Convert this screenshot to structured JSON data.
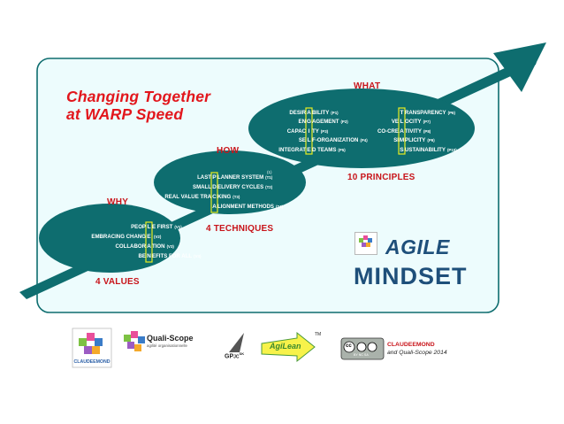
{
  "title": {
    "line1": "Changing Together",
    "line2": "at WARP Speed"
  },
  "why": {
    "label": "WHY",
    "count_label": "4 VALUES",
    "rows": [
      {
        "pre": "PEOP",
        "letter": "L",
        "post": "E FIRST",
        "tag": "(V1)"
      },
      {
        "pre": "EMBRACING CHANG",
        "letter": "E",
        "post": "",
        "tag": "(V2)"
      },
      {
        "pre": "COLLABOR",
        "letter": "A",
        "post": "TION",
        "tag": "(V3)"
      },
      {
        "pre": "BE",
        "letter": "N",
        "post": "EFITS FOR ALL",
        "tag": "(V4)"
      }
    ]
  },
  "how": {
    "label": "HOW",
    "count_label": "4 TECHNIQUES",
    "sup": "(1)",
    "rows": [
      {
        "pre": "LAST ",
        "letter": "P",
        "post": "LANNER SYSTEM",
        "tag": "(T1)"
      },
      {
        "pre": "SMALL ",
        "letter": "D",
        "post": "ELIVERY CYCLES",
        "tag": "(T2)"
      },
      {
        "pre": "REAL VALUE TRA",
        "letter": "C",
        "post": "KING",
        "tag": "(T3)"
      },
      {
        "pre": "",
        "letter": "A",
        "post": "LIGNMENT METHODS",
        "tag": "(T4)"
      }
    ]
  },
  "what": {
    "label": "WHAT",
    "count_label": "10 PRINCIPLES",
    "left_rows": [
      {
        "pre": "DESIR",
        "letter": "A",
        "post": "BILITY",
        "tag": "(P1)"
      },
      {
        "pre": "EN",
        "letter": "G",
        "post": "AGEMENT",
        "tag": "(P2)"
      },
      {
        "pre": "CAPAC",
        "letter": "I",
        "post": "TY",
        "tag": "(P3)"
      },
      {
        "pre": "SE",
        "letter": "L",
        "post": "F-ORGANIZATION",
        "tag": "(P4)"
      },
      {
        "pre": "INTEGRAT",
        "letter": "E",
        "post": "D TEAMS",
        "tag": "(P5)"
      }
    ],
    "right_rows": [
      {
        "pre": "",
        "letter": "T",
        "post": "RANSPARENCY",
        "tag": "(P6)"
      },
      {
        "pre": "VE",
        "letter": "L",
        "post": "OCITY",
        "tag": "(P7)"
      },
      {
        "pre": "CO-CRE",
        "letter": "A",
        "post": "TIVITY",
        "tag": "(P8)"
      },
      {
        "pre": "SI",
        "letter": "M",
        "post": "PLICITY",
        "tag": "(P9)"
      },
      {
        "pre": "",
        "letter": "S",
        "post": "USTAINABILITY",
        "tag": "(P10)"
      }
    ]
  },
  "badge": {
    "line1": "AGILE",
    "line2": "MINDSET"
  },
  "footer": {
    "logo1_caption": "CLAUDEEMOND",
    "logo2_name": "Quali-Scope",
    "logo2_sub": "agilité organisationnelle",
    "logo3_text": "GP",
    "logo3_sub": "JC",
    "logo3_sup": "SK",
    "agilean": "AgiLean",
    "tm": "TM",
    "badge_cc": "cc",
    "cc_caption": "BY  NC  SA",
    "license_line1": "CLAUDEEMOND",
    "license_line2": "and Quali-Scope 2014",
    "colors": {
      "teal": "#0e6d6f",
      "panel": "#edfcfd",
      "highlight": "#e9ee20",
      "red": "#e2161c",
      "navy": "#1e4f7a"
    }
  }
}
